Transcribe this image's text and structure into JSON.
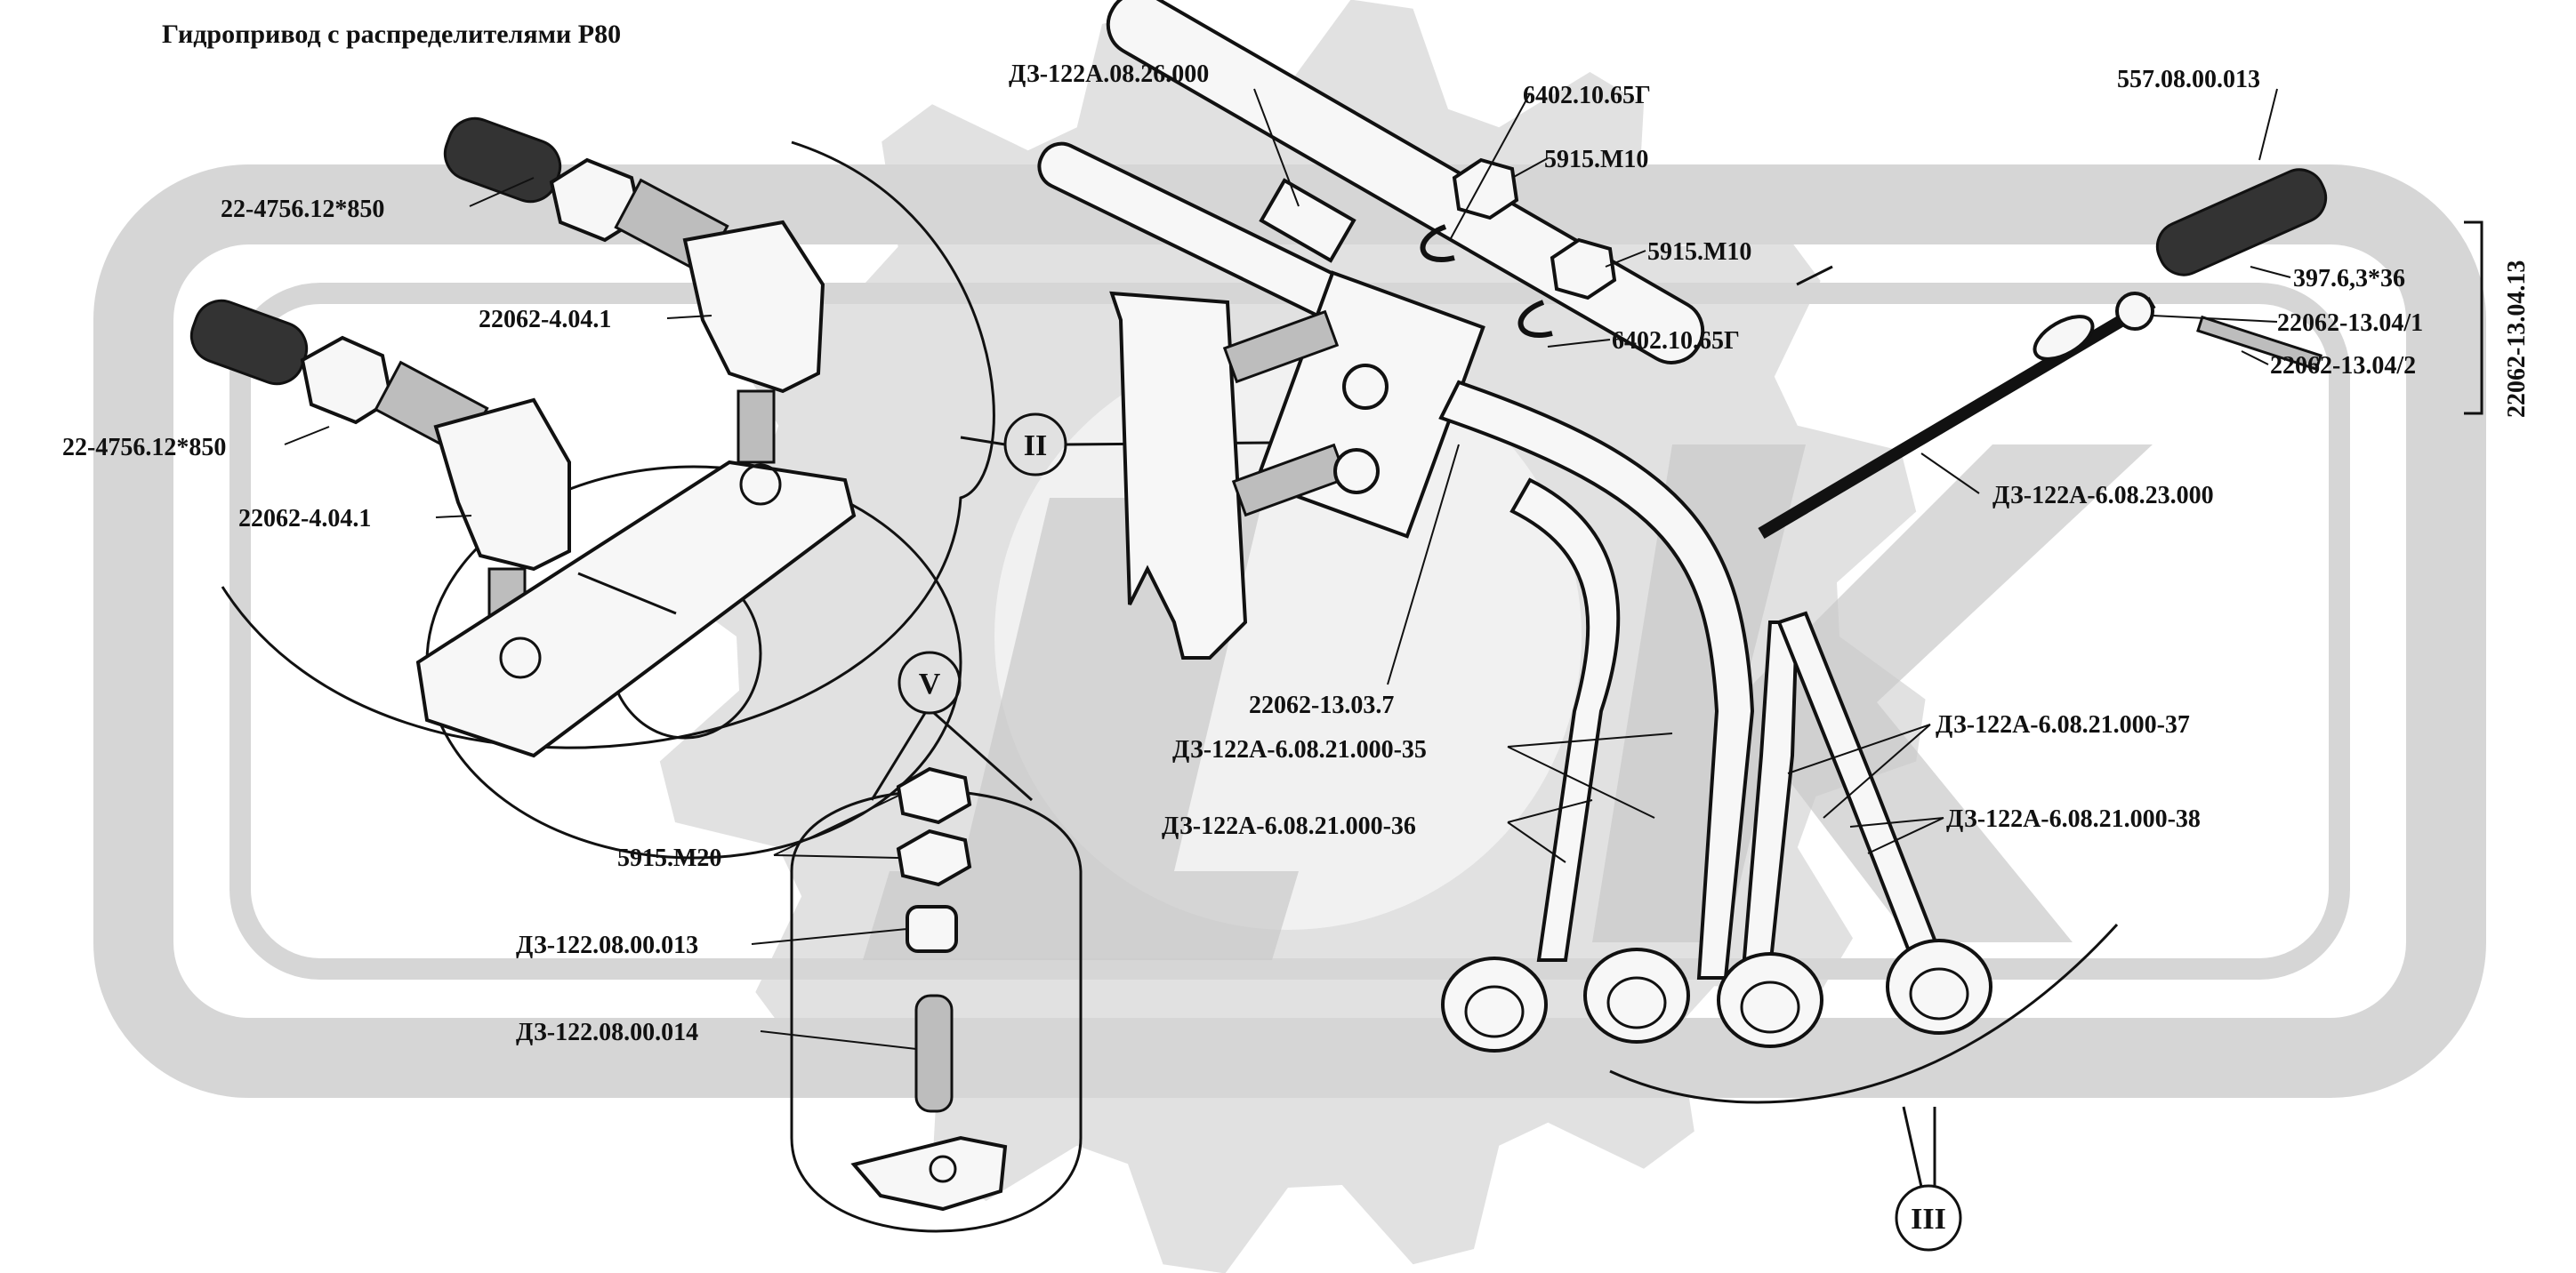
{
  "title": "Гидропривод с распределителями Р80",
  "watermark_colors": {
    "gear": "#c9c9c9",
    "frame": "#d6d6d6"
  },
  "views": {
    "v2": "II",
    "v3": "III",
    "v5": "V"
  },
  "labels": {
    "p_22_4756_a": "22-4756.12*850",
    "p_22062_404_a": "22062-4.04.1",
    "p_22_4756_b": "22-4756.12*850",
    "p_22062_404_b": "22062-4.04.1",
    "p_dz_0826": "ДЗ-122А.08.26.000",
    "p_6402_a": "6402.10.65Г",
    "p_5915_m10_a": "5915.М10",
    "p_5915_m10_b": "5915.М10",
    "p_6402_b": "6402.10.65Г",
    "p_557": "557.08.00.013",
    "p_397": "397.6,3*36",
    "p_13041": "22062-13.04/1",
    "p_13042": "22062-13.04/2",
    "p_130413": "22062-13.04.13",
    "p_dz_0823": "ДЗ-122А-6.08.23.000",
    "p_13037": "22062-13.03.7",
    "p_dz_35": "ДЗ-122А-6.08.21.000-35",
    "p_dz_36": "ДЗ-122А-6.08.21.000-36",
    "p_dz_37": "ДЗ-122А-6.08.21.000-37",
    "p_dz_38": "ДЗ-122А-6.08.21.000-38",
    "p_5915_m20": "5915.М20",
    "p_dz_013": "ДЗ-122.08.00.013",
    "p_dz_014": "ДЗ-122.08.00.014"
  }
}
